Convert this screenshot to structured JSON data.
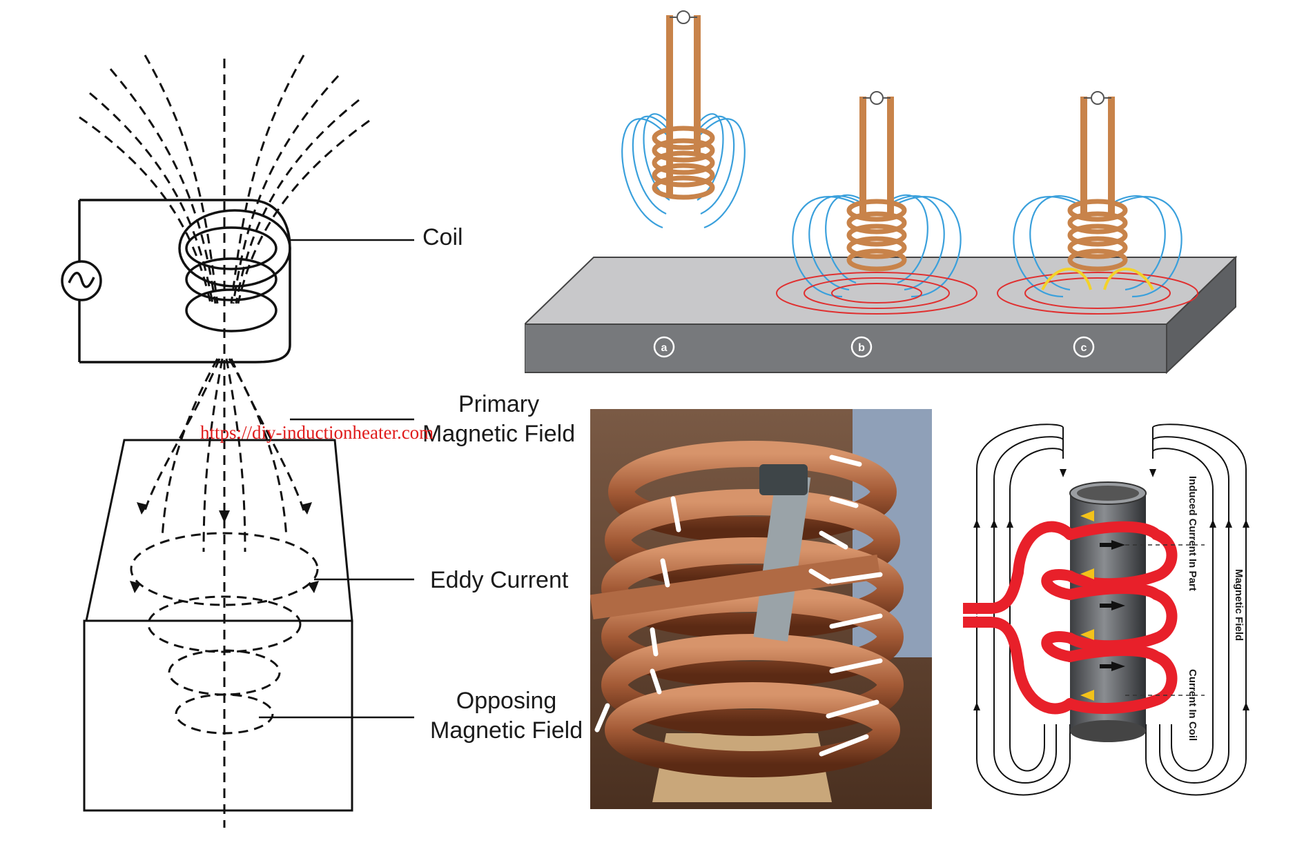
{
  "labels": {
    "coil": "Coil",
    "primary_line1": "Primary",
    "primary_line2": "Magnetic Field",
    "eddy": "Eddy Current",
    "opposing_line1": "Opposing",
    "opposing_line2": "Magnetic Field"
  },
  "watermark": "https://diy-inductionheater.com",
  "slab": {
    "markers": [
      "a",
      "b",
      "c"
    ]
  },
  "right_diagram": {
    "induced_label": "Induced Current In Part",
    "coil_current_label": "Current In Coil",
    "field_label": "Magnetic Field"
  },
  "colors": {
    "copper": "#c8834a",
    "field_blue": "#3aa0dc",
    "eddy_red": "#e03030",
    "yellow": "#f3d22a",
    "coil_red": "#e8202a",
    "steel": "#6b6e72"
  }
}
